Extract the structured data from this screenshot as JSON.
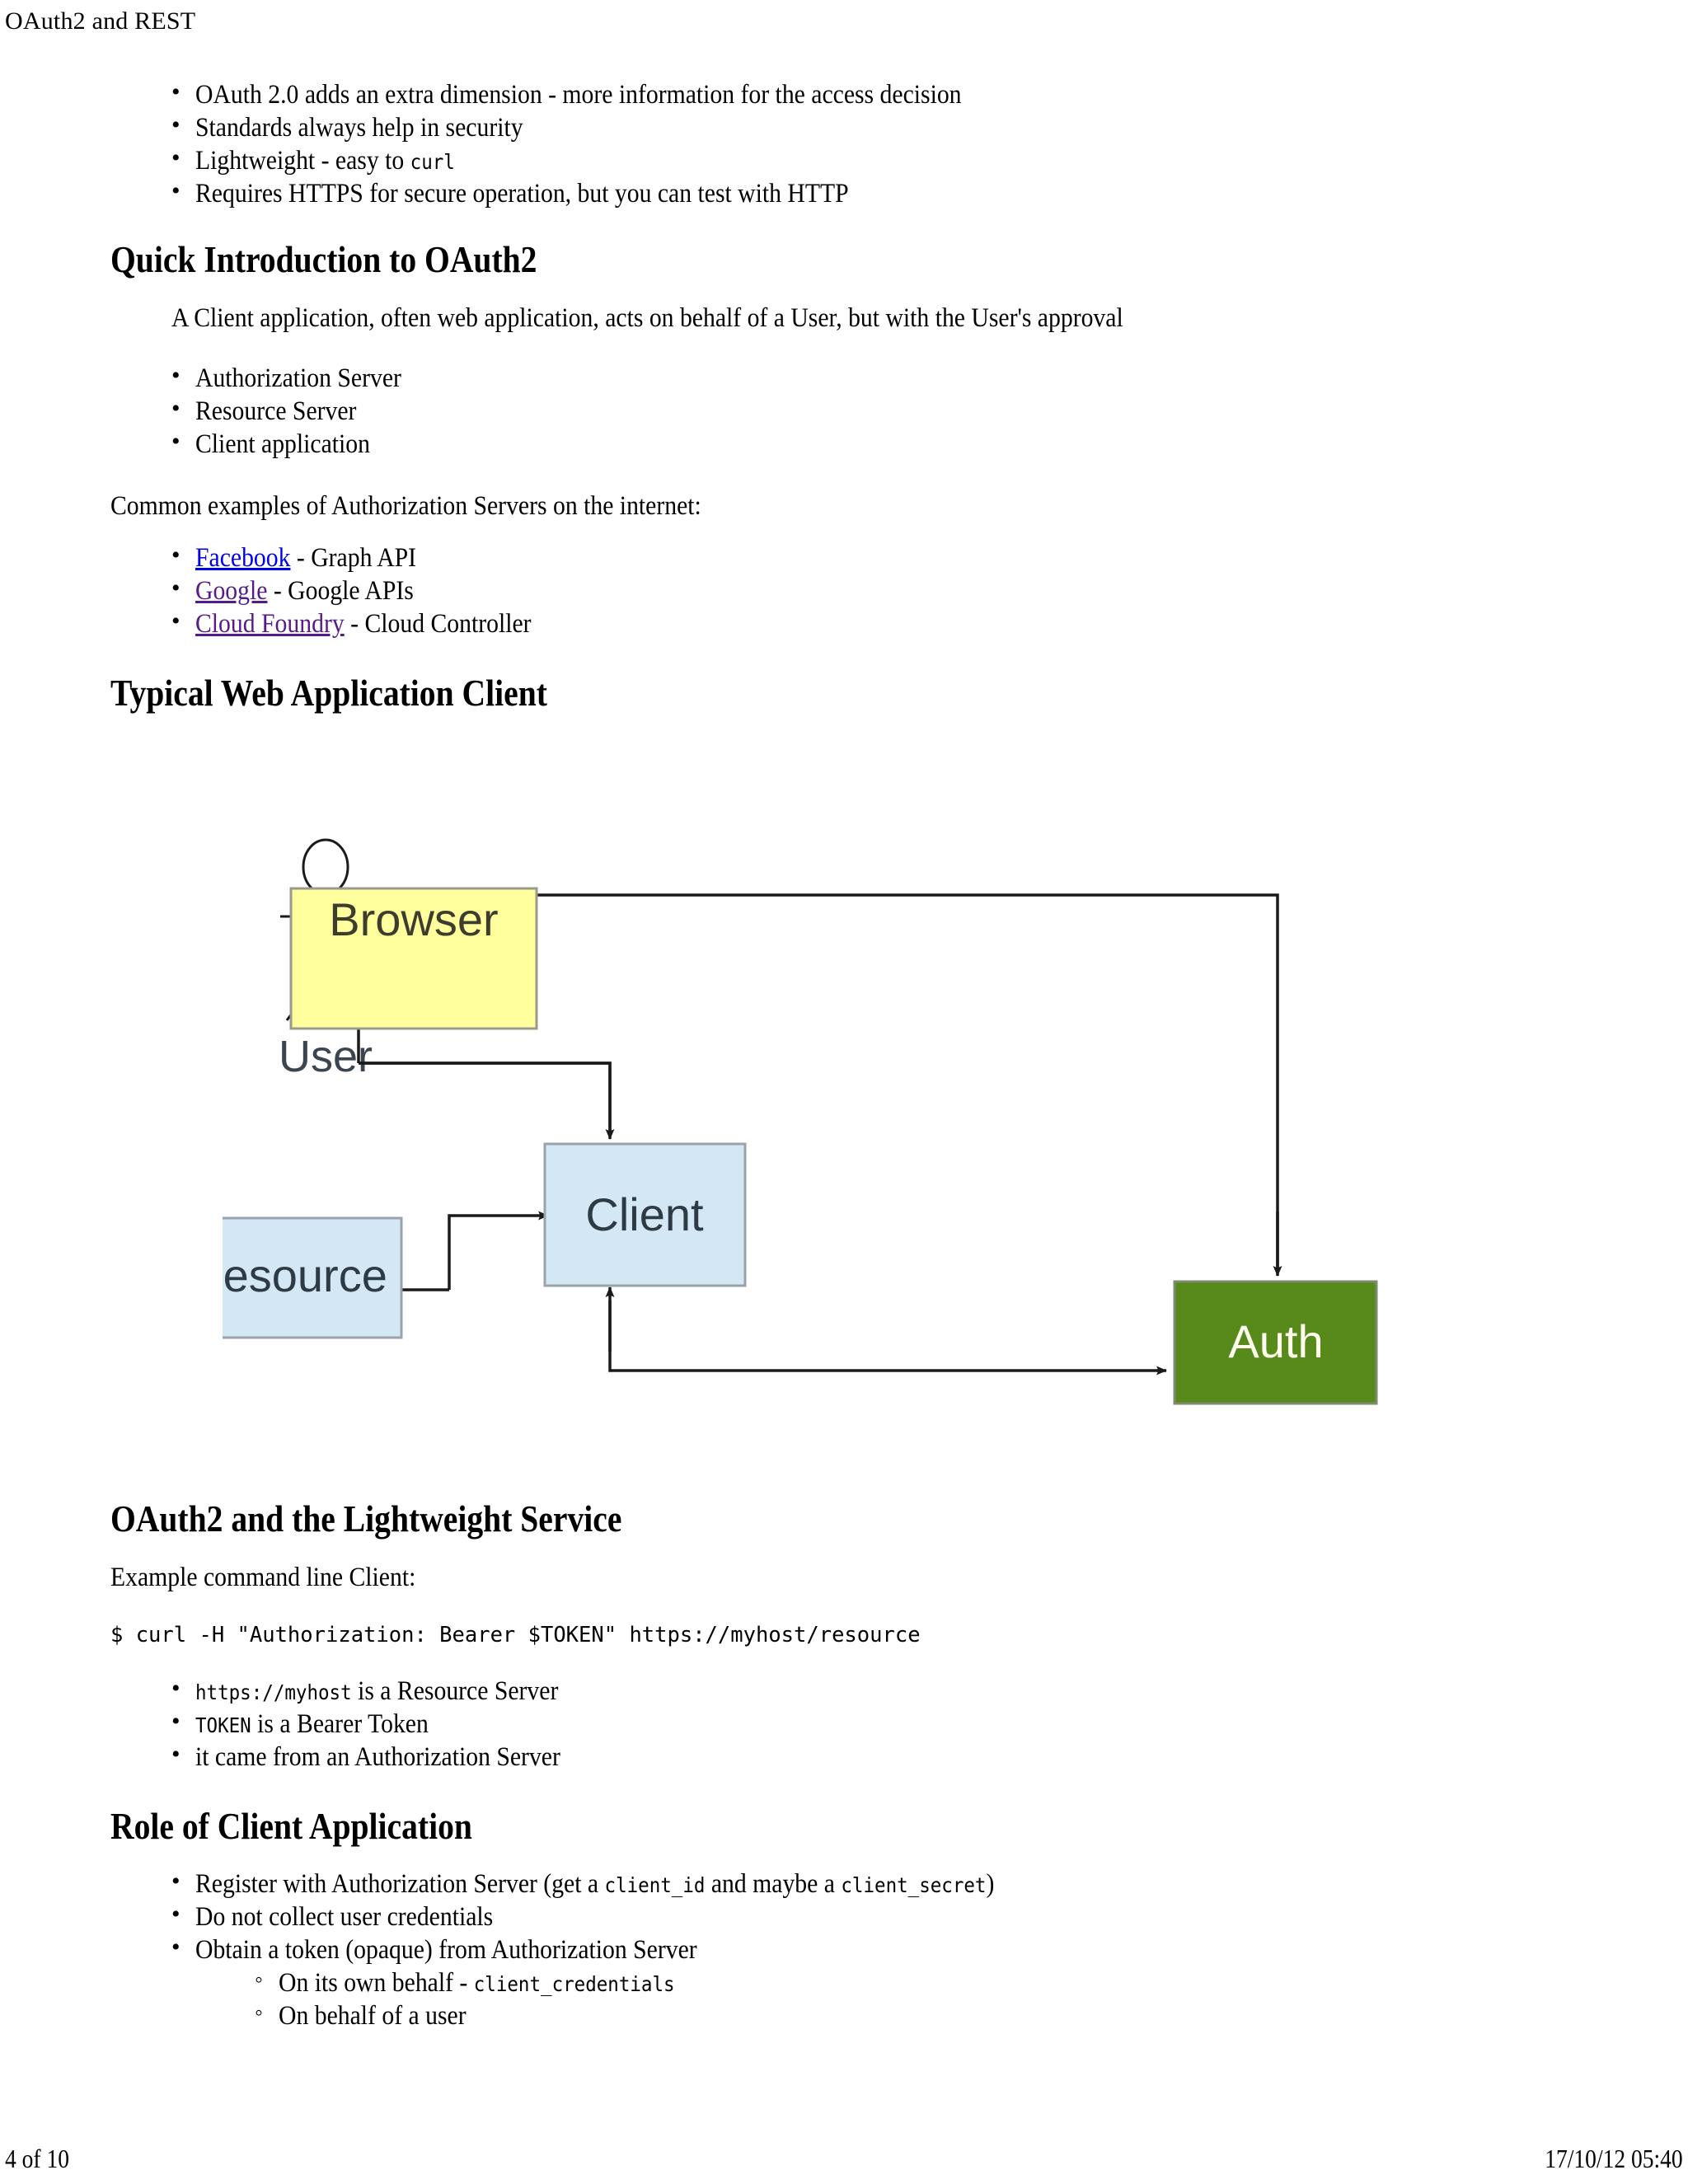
{
  "header": {
    "title": "OAuth2 and REST"
  },
  "intro_bullets": [
    {
      "text": "OAuth 2.0 adds an extra dimension - more information for the access decision"
    },
    {
      "text": "Standards always help in security"
    },
    {
      "text_before": "Lightweight - easy to ",
      "code": "curl",
      "text_after": ""
    },
    {
      "text": "Requires HTTPS for secure operation, but you can test with HTTP"
    }
  ],
  "sections": {
    "quick_intro": {
      "heading": "Quick Introduction to OAuth2",
      "quote": "A Client application, often web application, acts on behalf of a User, but with the User's approval",
      "roles": [
        "Authorization Server",
        "Resource Server",
        "Client application"
      ],
      "examples_intro": "Common examples of Authorization Servers on the internet:",
      "examples": [
        {
          "link": "Facebook",
          "state": "unvisited",
          "suffix": " - Graph API"
        },
        {
          "link": "Google",
          "state": "visited",
          "suffix": " - Google APIs"
        },
        {
          "link": "Cloud Foundry",
          "state": "visited",
          "suffix": " - Cloud Controller"
        }
      ]
    },
    "typical_web_client": {
      "heading": "Typical Web Application Client"
    },
    "lightweight_service": {
      "heading": "OAuth2 and the Lightweight Service",
      "example_intro": "Example command line Client:",
      "command": "$ curl -H \"Authorization: Bearer $TOKEN\" https://myhost/resource",
      "notes": [
        {
          "code": "https://myhost",
          "text": " is a Resource Server"
        },
        {
          "code": "TOKEN",
          "text": " is a Bearer Token"
        },
        {
          "code": "",
          "text": "it came from an Authorization Server"
        }
      ]
    },
    "role_of_client": {
      "heading": "Role of Client Application",
      "bullets": [
        {
          "parts": [
            {
              "type": "text",
              "value": "Register with Authorization Server (get a "
            },
            {
              "type": "code",
              "value": "client_id"
            },
            {
              "type": "text",
              "value": " and maybe a "
            },
            {
              "type": "code",
              "value": "client_secret"
            },
            {
              "type": "text",
              "value": ")"
            }
          ]
        },
        {
          "parts": [
            {
              "type": "text",
              "value": "Do not collect user credentials"
            }
          ]
        },
        {
          "parts": [
            {
              "type": "text",
              "value": "Obtain a token (opaque) from Authorization Server"
            }
          ]
        }
      ],
      "sub_bullets": [
        {
          "parts": [
            {
              "type": "text",
              "value": "On its own behalf - "
            },
            {
              "type": "code",
              "value": "client_credentials"
            }
          ]
        },
        {
          "parts": [
            {
              "type": "text",
              "value": "On behalf of a user"
            }
          ]
        }
      ]
    }
  },
  "diagram": {
    "actor_label": "User",
    "nodes": [
      {
        "id": "browser",
        "label": "Browser",
        "fill": "#FFFF9E",
        "stroke": "#999A8A",
        "text_color": "#3D3D2E"
      },
      {
        "id": "client",
        "label": "Client",
        "fill": "#D3E7F4",
        "stroke": "#9AA3AA",
        "text_color": "#2E3A44"
      },
      {
        "id": "resource",
        "label": "Resource",
        "fill": "#D3E7F4",
        "stroke": "#9AA3AA",
        "text_color": "#2E3A44"
      },
      {
        "id": "auth",
        "label": "Auth",
        "fill": "#588A1B",
        "stroke": "#7D8B6E",
        "text_color": "#FFFFF0"
      }
    ],
    "edges": [
      {
        "from": "auth",
        "to": "browser",
        "route": "auth-top up then left into browser right side"
      },
      {
        "from": "browser",
        "to": "client",
        "route": "browser bottom down, right, down into client top"
      },
      {
        "from": "client",
        "to": "resource",
        "route": "client left out, down, left into resource right side"
      },
      {
        "from": "auth",
        "to": "client",
        "route": "auth left in, from client bottom up"
      },
      {
        "from": "client",
        "to": "auth",
        "route": "client bottom down then right into auth left side"
      }
    ],
    "arrow_color": "#1A1A1A"
  },
  "footer": {
    "page": "4 of 10",
    "timestamp": "17/10/12 05:40"
  }
}
